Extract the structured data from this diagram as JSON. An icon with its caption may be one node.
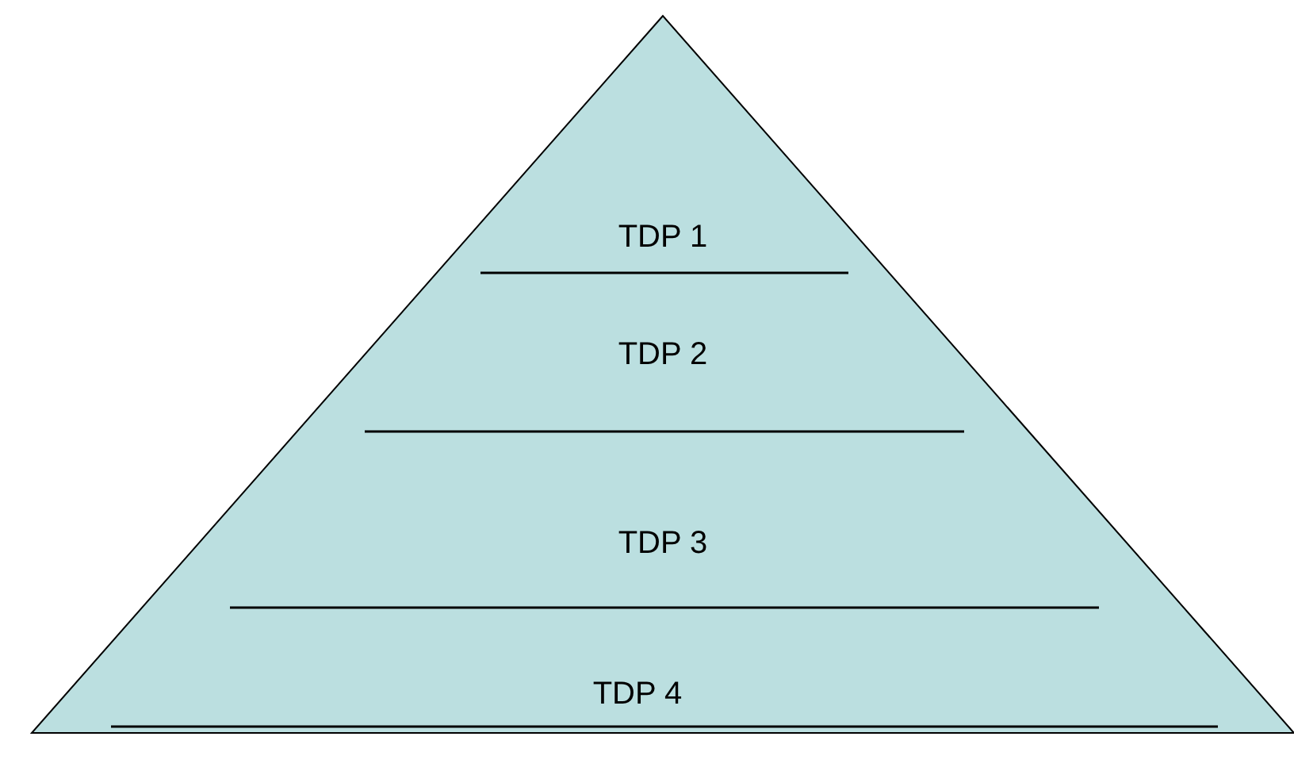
{
  "diagram": {
    "nodes": [
      {
        "text": [
          "TDP 1",
          "TDP 2",
          "TDP 3",
          "TDP 4"
        ]
      }
    ]
  }
}
